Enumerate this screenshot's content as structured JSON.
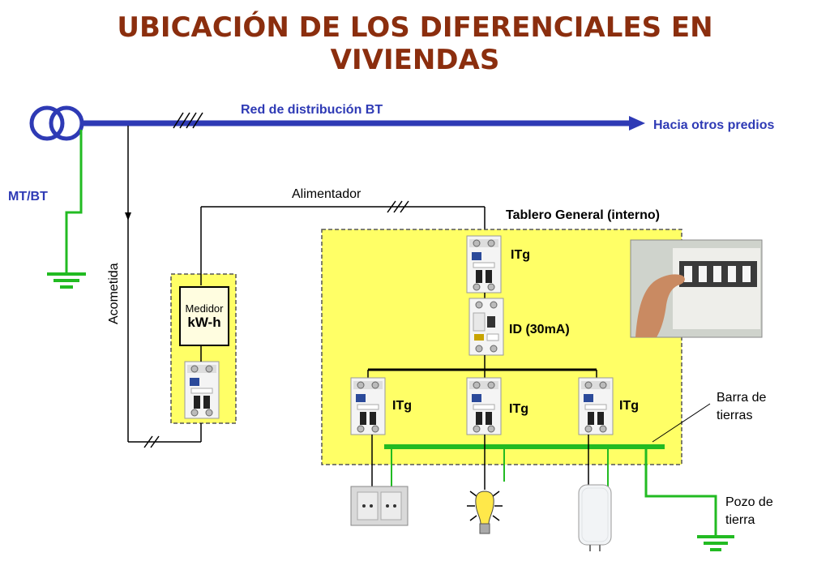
{
  "title": {
    "line1": "UBICACIÓN DE LOS DIFERENCIALES EN",
    "line2": "VIVIENDAS"
  },
  "labels": {
    "red_distribucion": "Red de distribución BT",
    "hacia_otros": "Hacia otros predios",
    "mt_bt": "MT/BT",
    "alimentador": "Alimentador",
    "tablero": "Tablero General (interno)",
    "acometida": "Acometida",
    "itg_main": "ITg",
    "id": "ID (30mA)",
    "itg_1": "ITg",
    "itg_2": "ITg",
    "itg_3": "ITg",
    "barra_1": "Barra de",
    "barra_2": "tierras",
    "pozo_1": "Pozo de",
    "pozo_2": "tierra"
  },
  "meter": {
    "label": "Medidor",
    "unit": "kW-h"
  },
  "colors": {
    "title": "#8B2E0E",
    "network": "#2E3AB5",
    "ground": "#22BB22",
    "panel": "#FFFF66"
  }
}
